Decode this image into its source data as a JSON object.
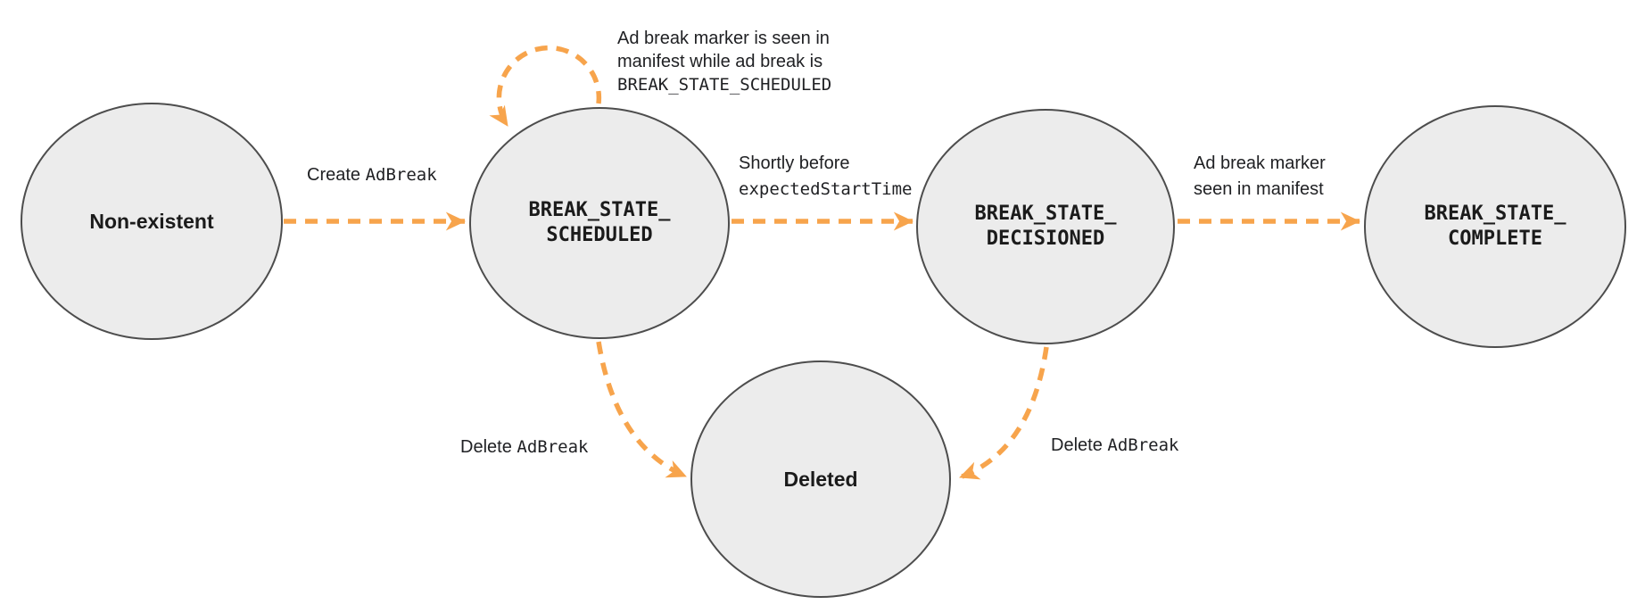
{
  "colors": {
    "arrow": "#F7A44C",
    "state_fill": "#ECECEC",
    "state_border": "#4D4D4D",
    "state_text": "#1B1B1B",
    "label_text": "#202124",
    "background": "#FFFFFF"
  },
  "states": {
    "non_existent": {
      "label": "Non-existent"
    },
    "scheduled": {
      "line1": "BREAK_STATE_",
      "line2": "SCHEDULED"
    },
    "decisioned": {
      "line1": "BREAK_STATE_",
      "line2": "DECISIONED"
    },
    "complete": {
      "line1": "BREAK_STATE_",
      "line2": "COMPLETE"
    },
    "deleted": {
      "label": "Deleted"
    }
  },
  "transitions": [
    {
      "name": "create-adbreak",
      "from": "Non-existent",
      "to": "BREAK_STATE_SCHEDULED",
      "lines": [
        [
          {
            "font": "sans",
            "text": "Create "
          },
          {
            "font": "mono",
            "text": "AdBreak"
          }
        ]
      ]
    },
    {
      "name": "marker-seen-while-scheduled",
      "from": "BREAK_STATE_SCHEDULED",
      "to": "BREAK_STATE_SCHEDULED",
      "lines": [
        [
          {
            "font": "sans",
            "text": "Ad break marker is seen in"
          }
        ],
        [
          {
            "font": "sans",
            "text": "manifest while ad break is"
          }
        ],
        [
          {
            "font": "mono",
            "text": "BREAK_STATE_SCHEDULED"
          }
        ]
      ]
    },
    {
      "name": "shortly-before-expected-start",
      "from": "BREAK_STATE_SCHEDULED",
      "to": "BREAK_STATE_DECISIONED",
      "lines": [
        [
          {
            "font": "sans",
            "text": "Shortly before"
          }
        ],
        [
          {
            "font": "mono",
            "text": "expectedStartTime"
          }
        ]
      ]
    },
    {
      "name": "marker-seen-in-manifest",
      "from": "BREAK_STATE_DECISIONED",
      "to": "BREAK_STATE_COMPLETE",
      "lines": [
        [
          {
            "font": "sans",
            "text": "Ad break marker"
          }
        ],
        [
          {
            "font": "sans",
            "text": "seen in manifest"
          }
        ]
      ]
    },
    {
      "name": "delete-adbreak-from-scheduled",
      "from": "BREAK_STATE_SCHEDULED",
      "to": "Deleted",
      "lines": [
        [
          {
            "font": "sans",
            "text": "Delete "
          },
          {
            "font": "mono",
            "text": "AdBreak"
          }
        ]
      ]
    },
    {
      "name": "delete-adbreak-from-decisioned",
      "from": "BREAK_STATE_DECISIONED",
      "to": "Deleted",
      "lines": [
        [
          {
            "font": "sans",
            "text": "Delete "
          },
          {
            "font": "mono",
            "text": "AdBreak"
          }
        ]
      ]
    }
  ]
}
